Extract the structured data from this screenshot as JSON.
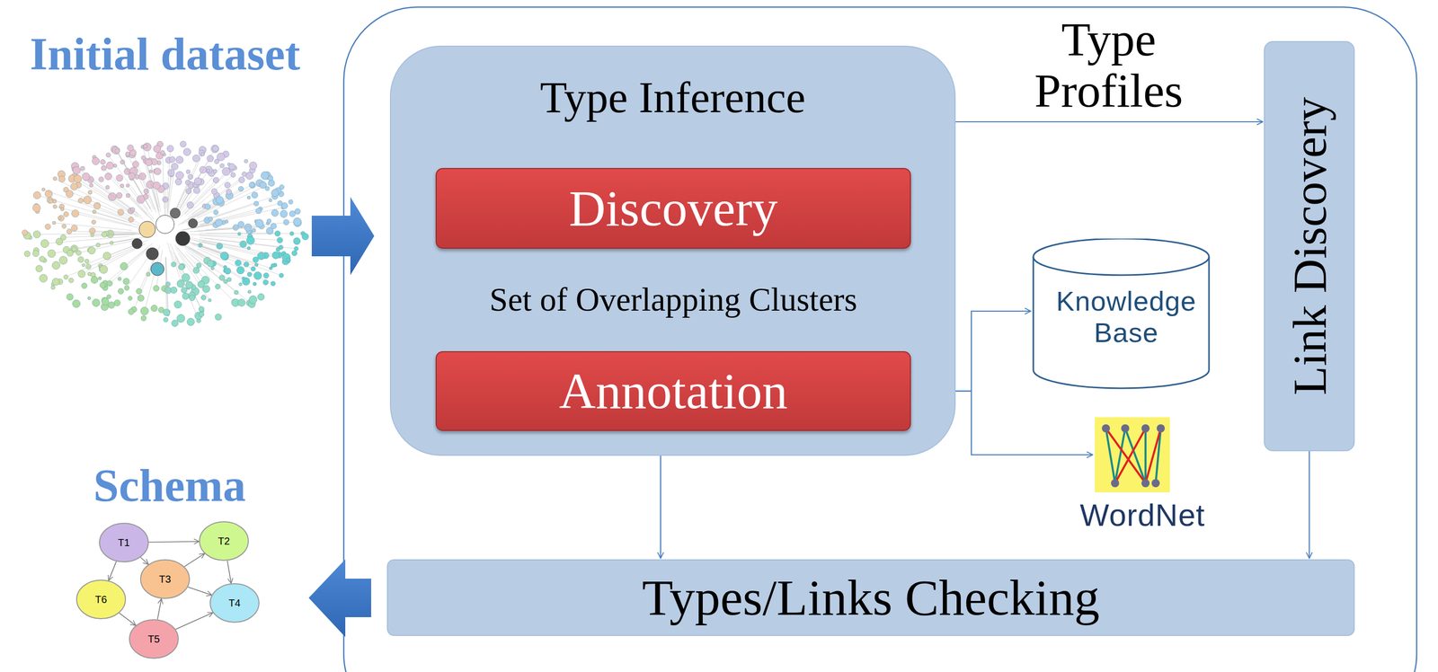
{
  "diagram": {
    "nodes": [
      {
        "text": [
          "Type Inference"
        ]
      },
      {
        "text": [
          "Discovery"
        ],
        "in": 0
      },
      {
        "text": [
          "Annotation"
        ],
        "in": 0
      },
      {
        "text": [
          "Link Discovery"
        ]
      },
      {
        "text": [
          "Knowledge Base"
        ]
      },
      {
        "text": [
          "WordNet"
        ]
      },
      {
        "text": [
          "Types/Links Checking"
        ]
      },
      {
        "text": [
          "T1"
        ]
      },
      {
        "text": [
          "T2"
        ]
      },
      {
        "text": [
          "T3"
        ]
      },
      {
        "text": [
          "T4"
        ]
      },
      {
        "text": [
          "T5"
        ]
      },
      {
        "text": [
          "T6"
        ]
      }
    ],
    "edges": [
      {
        "from": 1,
        "to": 2,
        "arrow": "to",
        "label": "Set of Overlapping Clusters"
      },
      {
        "from": 0,
        "to": 3,
        "arrow": "to",
        "label": "Type Profiles"
      },
      {
        "from": 2,
        "to": 4,
        "arrow": "both"
      },
      {
        "from": 2,
        "to": 5,
        "arrow": "both"
      },
      {
        "from": 0,
        "to": 6,
        "arrow": "to"
      },
      {
        "from": 3,
        "to": 6,
        "arrow": "to"
      },
      {
        "from": 7,
        "to": 8,
        "arrow": "to"
      },
      {
        "from": 7,
        "to": 12,
        "arrow": "to"
      },
      {
        "from": 7,
        "to": 9,
        "arrow": "to"
      },
      {
        "from": 9,
        "to": 8,
        "arrow": "to"
      },
      {
        "from": 8,
        "to": 10,
        "arrow": "to"
      },
      {
        "from": 9,
        "to": 10,
        "arrow": "to"
      },
      {
        "from": 12,
        "to": 11,
        "arrow": "to"
      },
      {
        "from": 11,
        "to": 9,
        "arrow": "to"
      },
      {
        "from": 11,
        "to": 10,
        "arrow": "to"
      }
    ],
    "labels": [
      "Initial dataset",
      "Schema"
    ]
  }
}
